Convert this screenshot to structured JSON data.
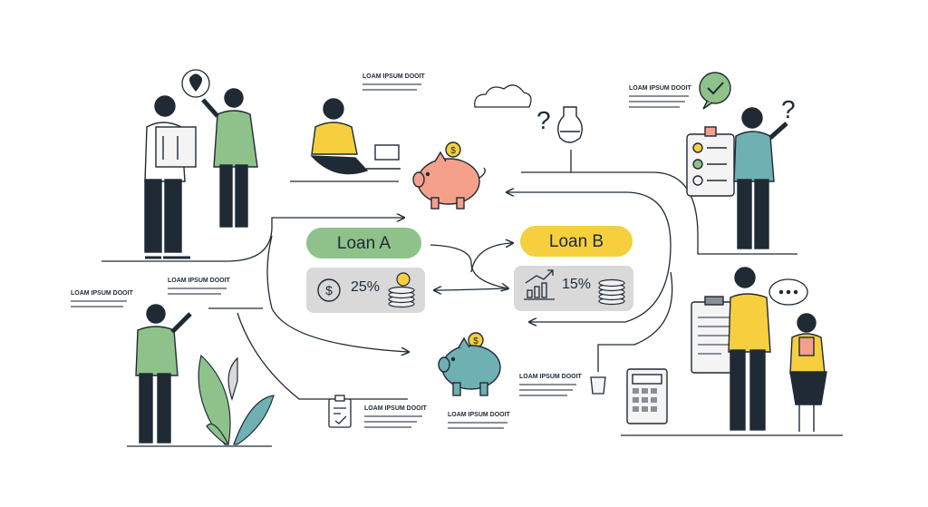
{
  "loans": {
    "a": {
      "label": "Loan A",
      "rate": "25%",
      "color": "#8fc28a"
    },
    "b": {
      "label": "Loan B",
      "rate": "15%",
      "color": "#f5cf3e"
    }
  },
  "notes": {
    "top_center": "LOAM IPSUM DOOIT",
    "top_right": "LOAM IPSUM DOOIT",
    "mid_left": "LOAM IPSUM DOOIT",
    "far_left": "LOAM IPSUM DOOIT",
    "bottom_left": "LOAM IPSUM DOOIT",
    "bottom_center": "LOAM IPSUM DOOIT",
    "bottom_right": "LOAM IPSUM DOOIT"
  },
  "colors": {
    "ink": "#1f2a35",
    "green": "#8fc28a",
    "yellow": "#f5cf3e",
    "salmon": "#f4a08a",
    "teal": "#6fb0b3",
    "gray_box": "#d9d9d9"
  },
  "icons": {
    "dollar": "dollar-circle-icon",
    "coins": "coin-stack-icon",
    "chart": "bar-chart-up-icon",
    "piggy": "piggy-bank-icon",
    "check": "checkmark-bubble-icon",
    "question": "question-mark-icon",
    "cloud": "cloud-icon",
    "calculator": "calculator-icon",
    "clipboard": "clipboard-icon",
    "location": "location-pin-icon"
  }
}
